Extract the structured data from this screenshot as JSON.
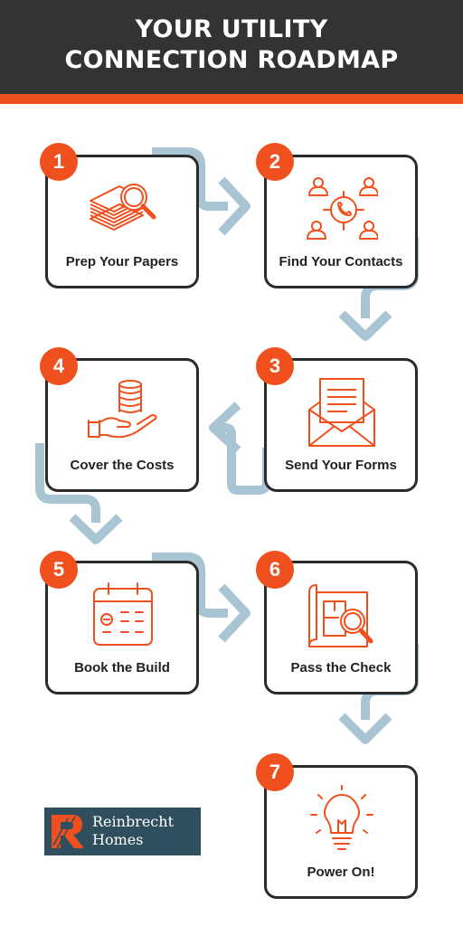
{
  "header": {
    "title_line1": "YOUR UTILITY",
    "title_line2": "CONNECTION ROADMAP",
    "background_color": "#333333",
    "accent_color": "#f0501e"
  },
  "steps": [
    {
      "number": "1",
      "label": "Prep Your Papers",
      "icon": "stacked-papers-magnifier-icon"
    },
    {
      "number": "2",
      "label": "Find Your Contacts",
      "icon": "phone-contacts-network-icon"
    },
    {
      "number": "3",
      "label": "Send Your Forms",
      "icon": "envelope-letter-icon"
    },
    {
      "number": "4",
      "label": "Cover the Costs",
      "icon": "hand-coins-icon"
    },
    {
      "number": "5",
      "label": "Book the Build",
      "icon": "calendar-icon"
    },
    {
      "number": "6",
      "label": "Pass the Check",
      "icon": "blueprint-magnifier-icon"
    },
    {
      "number": "7",
      "label": "Power On!",
      "icon": "lightbulb-icon"
    }
  ],
  "logo": {
    "line1": "Reinbrecht",
    "line2": "Homes",
    "mark_letter": "R",
    "background_color": "#2f4f5e"
  },
  "colors": {
    "arrow": "#a9c5d4",
    "icon_stroke": "#f0501e",
    "card_border": "#2b2b2b"
  }
}
